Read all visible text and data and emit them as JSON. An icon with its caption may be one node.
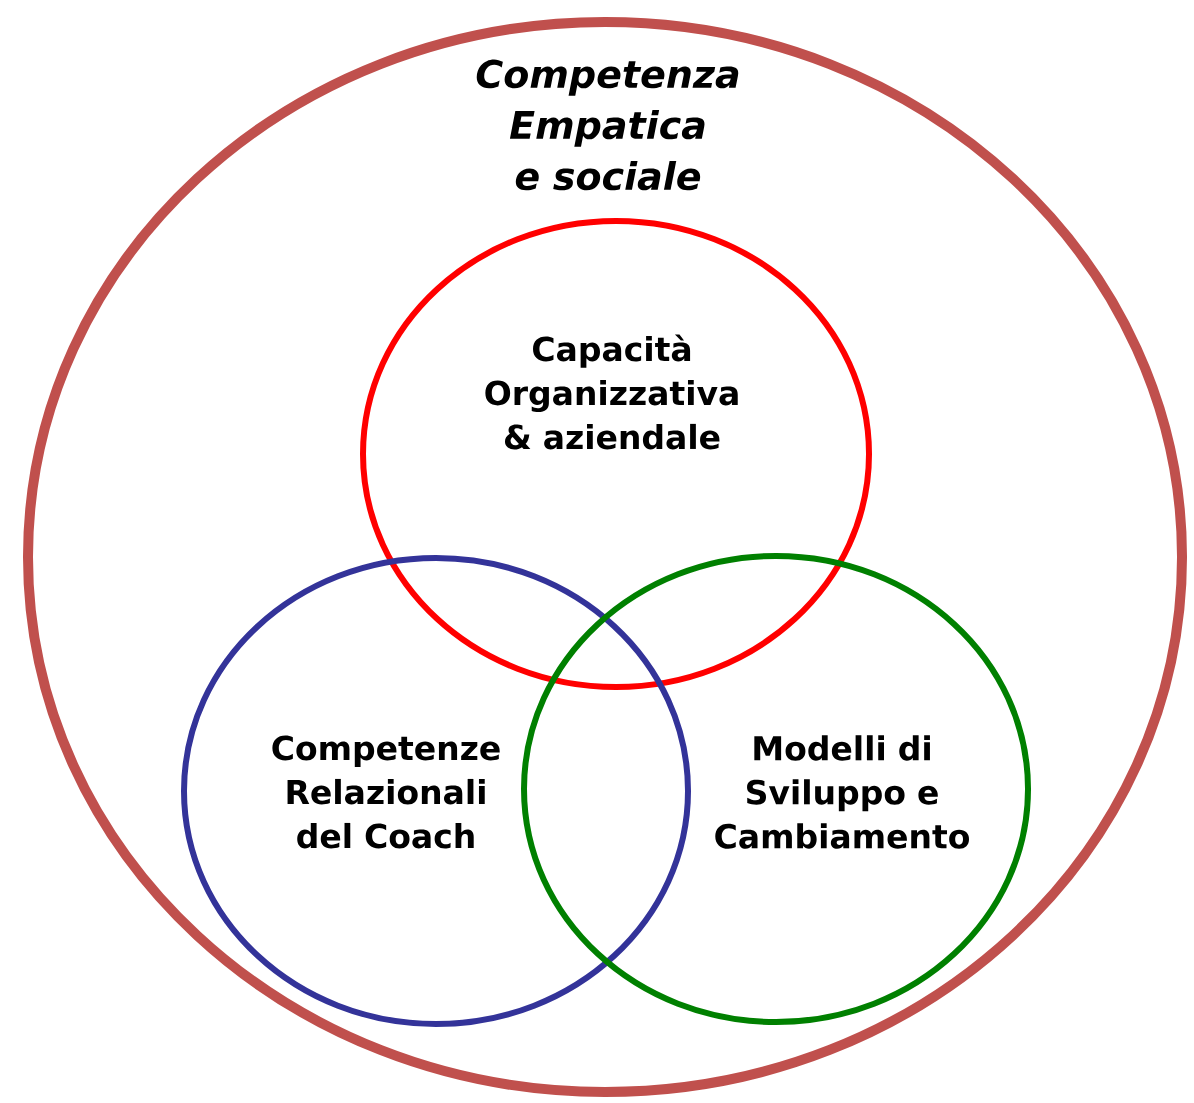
{
  "diagram": {
    "nodes": [
      {
        "text": [
          "Competenza Empatica e sociale"
        ]
      },
      {
        "text": [
          "Capacità Organizzativa & aziendale"
        ],
        "in": 0
      },
      {
        "text": [
          "Competenze Relazionali del Coach"
        ],
        "in": 0
      },
      {
        "text": [
          "Modelli di Sviluppo e Cambiamento"
        ],
        "in": 0
      }
    ]
  }
}
